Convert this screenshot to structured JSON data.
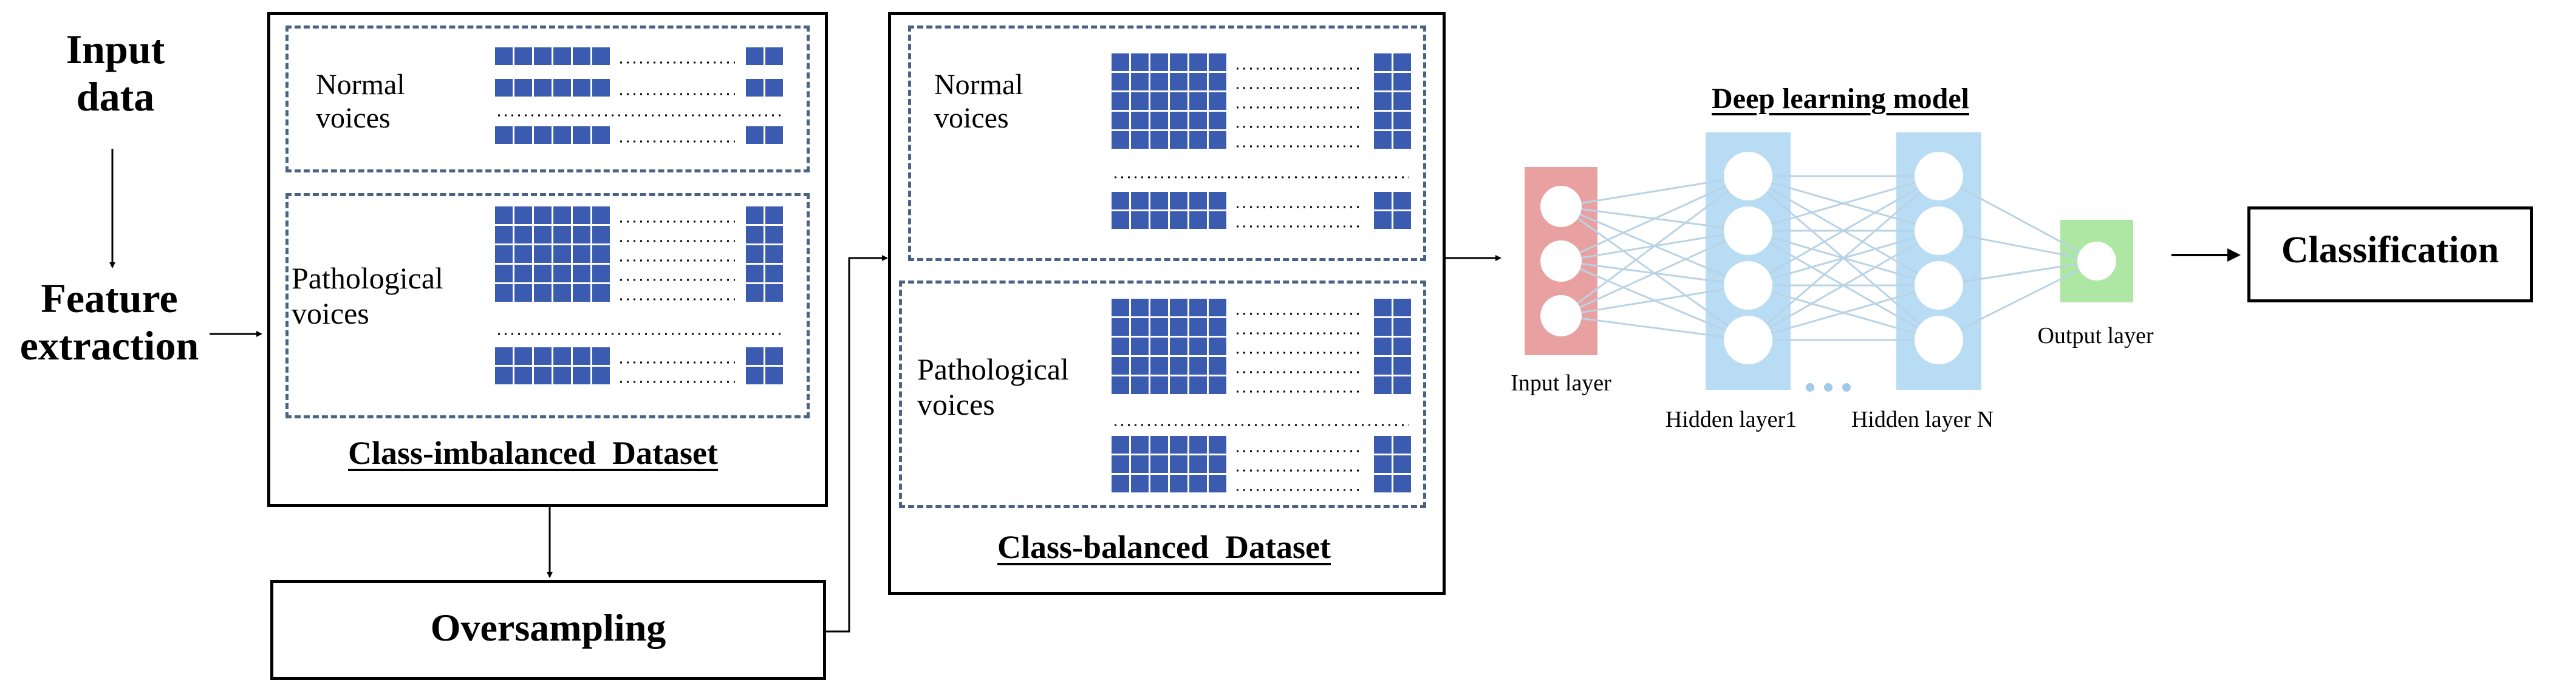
{
  "input_data": "Input\ndata",
  "feature_extraction": "Feature\nextraction",
  "imbalanced": {
    "normal_label": "Normal\nvoices",
    "pathological_label": "Pathological\nvoices",
    "title": "Class-imbalanced  Dataset"
  },
  "oversampling": "Oversampling",
  "balanced": {
    "normal_label": "Normal\nvoices",
    "pathological_label": "Pathological\nvoices",
    "title": "Class-balanced  Dataset"
  },
  "model": {
    "title": "Deep learning model",
    "input_layer": "Input layer",
    "hidden_layer_1": "Hidden layer1",
    "hidden_layer_n": "Hidden layer N",
    "output_layer": "Output layer"
  },
  "classification": "Classification",
  "colors": {
    "feature_cell": "#3a5bb0",
    "input_layer": "#e8a0a0",
    "hidden_layer": "#b8dcf4",
    "output_layer": "#aee6a4",
    "connection": "#b9d3e6",
    "dashed_border": "#4a6384"
  }
}
